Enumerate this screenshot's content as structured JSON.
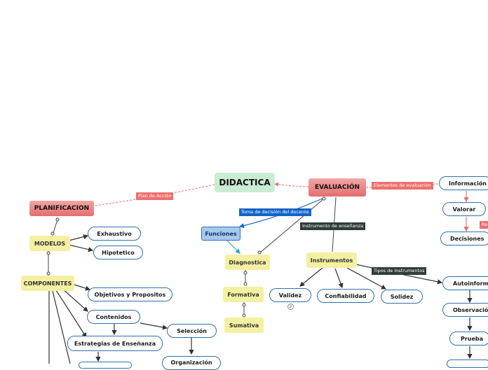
{
  "root": "DIDACTICA",
  "planificacion": {
    "title": "PLANIFICACION",
    "modelos": "MODELOS",
    "exhaustivo": "Exhaustivo",
    "hipotetico": "Hipotetico",
    "componentes": "COMPONENTES",
    "objetivos": "Objetivos y Propositos",
    "contenidos": "Contenidos",
    "estrategias": "Estrategias de Enseñanza",
    "seleccion": "Selección",
    "organizacion": "Organización"
  },
  "evaluacion": {
    "title": "EVALUACIÓN",
    "funciones": "Funciones",
    "diagnostica": "Diagnostica",
    "formativa": "Formativa",
    "sumativa": "Sumativa",
    "instrumentos": "Instrumentos",
    "validez": "Validez",
    "confiabilidad": "Confiabilidad",
    "solidez": "Solidez",
    "informacion": "Información",
    "valorar": "Valorar",
    "decisiones": "Decisiones",
    "autoinforme": "Autoinforme",
    "observacion": "Observación",
    "prueba": "Prueba"
  },
  "labels": {
    "plan_accion": "Plan de Acción",
    "elementos": "Elementos de evaluación",
    "toma_decision": "Toma de decisión del docente",
    "instrumento_ensenanza": "Instrumento de enseñanza",
    "tipos": "Tipos de Instrumentos",
    "re": "Re"
  },
  "badge_count": "2",
  "colors": {
    "node_border": "#2f6fb0",
    "yellow": "#f4f0a2",
    "root": "#c9ecd2",
    "red": "#e46d6d",
    "label_red": "#ee6f6f",
    "label_dark": "#2f3d38",
    "label_blue": "#1565c8"
  }
}
